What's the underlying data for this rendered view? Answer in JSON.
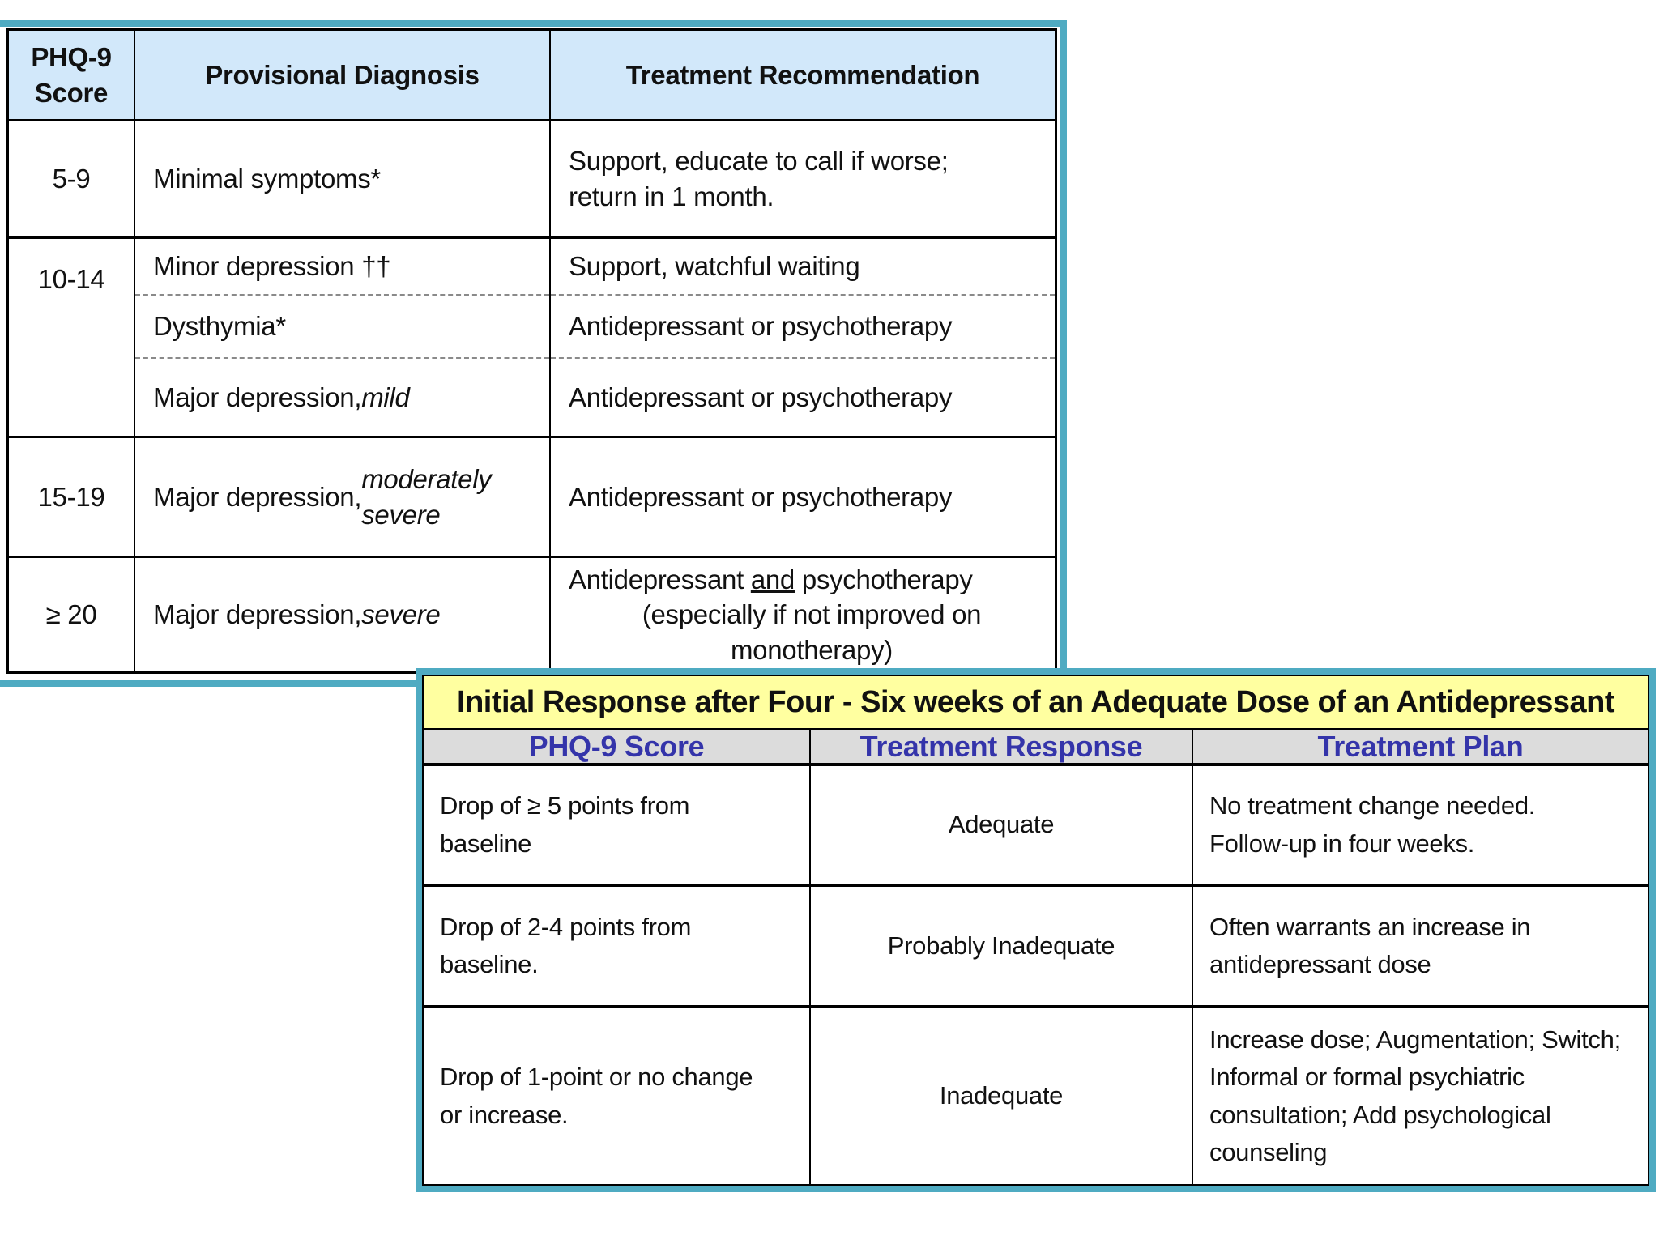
{
  "colors": {
    "teal_frame": "#4fabc2",
    "table1_header_bg": "#d2e8fa",
    "table2_title_bg": "#ffffa0",
    "table2_header_bg": "#dcdcdc",
    "table2_header_text": "#3434aa",
    "border_black": "#000000",
    "dashed_divider": "#8a8a8a"
  },
  "table1": {
    "header": {
      "score": "PHQ-9\nScore",
      "diagnosis": "Provisional Diagnosis",
      "treatment": "Treatment Recommendation"
    },
    "row1": {
      "score": "5-9",
      "diagnosis": "Minimal symptoms*",
      "treatment_line1": "Support, educate to call if worse;",
      "treatment_line2": "return in 1 month."
    },
    "row2": {
      "score": "10-14",
      "sub": [
        {
          "diagnosis": "Minor depression ††",
          "treatment": "Support, watchful waiting"
        },
        {
          "diagnosis": "Dysthymia*",
          "treatment": "Antidepressant or psychotherapy"
        },
        {
          "diagnosis_plain": "Major depression, ",
          "diagnosis_italic": "mild",
          "treatment": "Antidepressant or psychotherapy"
        }
      ]
    },
    "row3": {
      "score": "15-19",
      "diagnosis_plain": "Major depression, ",
      "diagnosis_italic": "moderately\nsevere",
      "treatment": "Antidepressant or psychotherapy"
    },
    "row4": {
      "score": "≥ 20",
      "diagnosis_plain": "Major depression, ",
      "diagnosis_italic": "severe",
      "treatment_pre": "Antidepressant ",
      "treatment_underline": "and",
      "treatment_post": " psychotherapy",
      "treatment_line2": "(especially if not improved on monotherapy)"
    }
  },
  "table2": {
    "title": "Initial Response after Four - Six weeks of an Adequate Dose of an Antidepressant",
    "header": {
      "score": "PHQ-9 Score",
      "response": "Treatment Response",
      "plan": "Treatment Plan"
    },
    "rows": [
      {
        "score": "Drop of ≥ 5 points from\nbaseline",
        "response": "Adequate",
        "plan": "No treatment change needed.\nFollow-up in four weeks."
      },
      {
        "score": "Drop of 2-4 points from\nbaseline.",
        "response": "Probably Inadequate",
        "plan": "Often warrants an increase in\nantidepressant dose"
      },
      {
        "score": "Drop of 1-point or no change\nor increase.",
        "response": "Inadequate",
        "plan": "Increase dose; Augmentation; Switch;\nInformal or formal psychiatric\nconsultation; Add psychological\ncounseling"
      }
    ]
  }
}
